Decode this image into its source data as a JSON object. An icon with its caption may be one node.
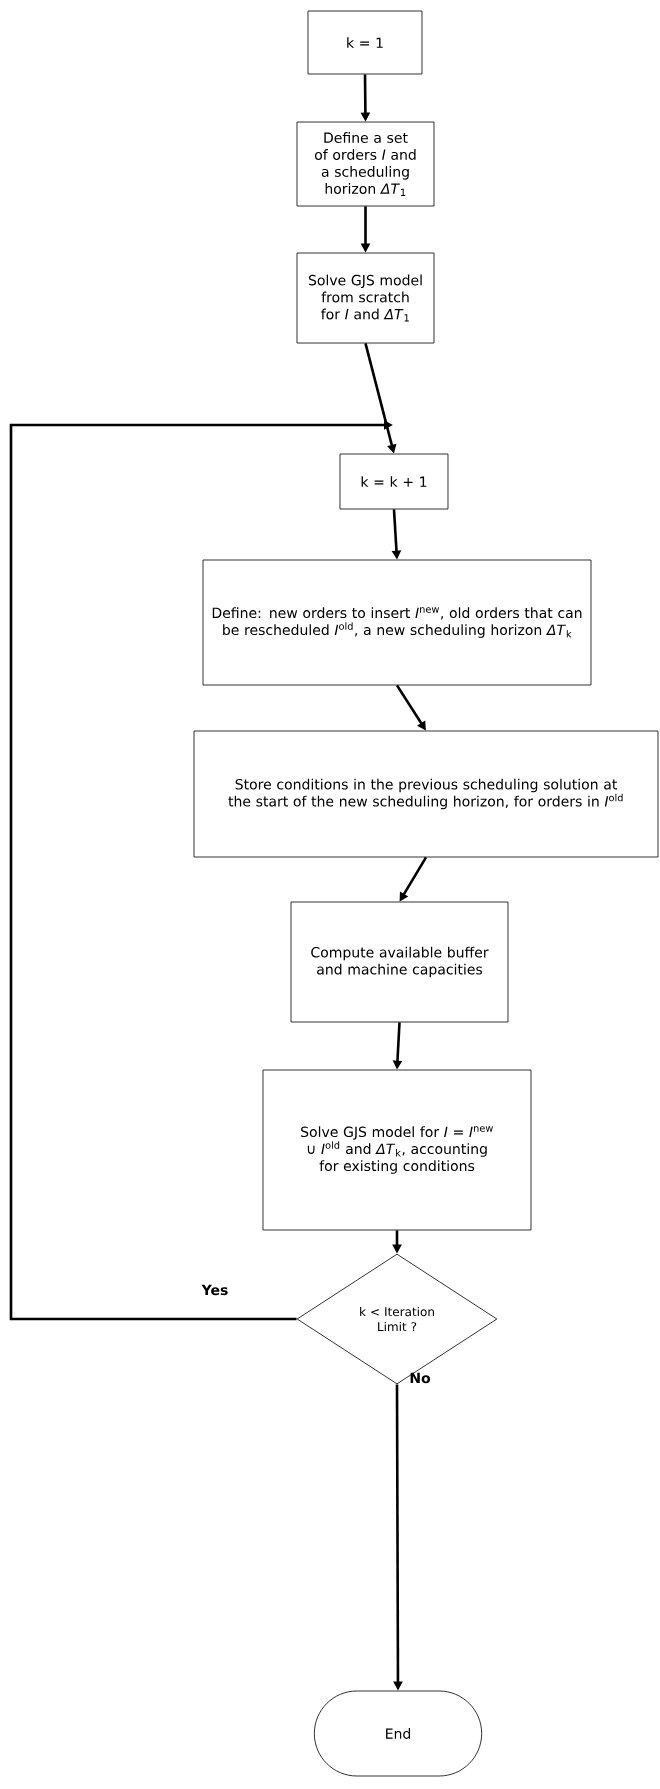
{
  "diagram": {
    "nodes": [
      {
        "text": [
          "k = 1"
        ]
      },
      {
        "text": [
          "Define a set of orders *I* and a scheduling horizon *ΔT*$_{1}$"
        ]
      },
      {
        "text": [
          "Solve GJS model from scratch for *I* and *ΔT*$_{1}$"
        ]
      },
      {
        "text": [
          "k = k + 1"
        ]
      },
      {
        "text": [
          "Define: new orders to insert *I*$^{new}$, old orders that can be rescheduled *I*$^{old}$, a new scheduling horizon *ΔT*$_{k}$"
        ]
      },
      {
        "text": [
          "Store conditions in the previous scheduling solution at the start of the new scheduling horizon, for orders in *I*$^{old}$"
        ]
      },
      {
        "text": [
          "Compute available buffer and machine capacities"
        ]
      },
      {
        "text": [
          "Solve GJS model for *I* = *I*$^{new}$ ∪ *I*$^{old}$ and *ΔT*$_{k}$, accounting for existing conditions"
        ]
      },
      {
        "text": [
          "k < Iteration Limit ?"
        ]
      },
      {
        "text": [
          "End"
        ]
      }
    ],
    "edges": [
      {
        "from": 0,
        "to": 1,
        "arrow": "to"
      },
      {
        "from": 1,
        "to": 2,
        "arrow": "to"
      },
      {
        "from": 2,
        "to": 3,
        "arrow": "to"
      },
      {
        "from": 3,
        "to": 4,
        "arrow": "to"
      },
      {
        "from": 4,
        "to": 5,
        "arrow": "to"
      },
      {
        "from": 5,
        "to": 6,
        "arrow": "to"
      },
      {
        "from": 6,
        "to": 7,
        "arrow": "to"
      },
      {
        "from": 7,
        "to": 8,
        "arrow": "to"
      },
      {
        "from": 8,
        "to": 3,
        "arrow": "to",
        "label": "Yes"
      },
      {
        "from": 8,
        "to": 9,
        "arrow": "to",
        "label": "No"
      }
    ]
  }
}
